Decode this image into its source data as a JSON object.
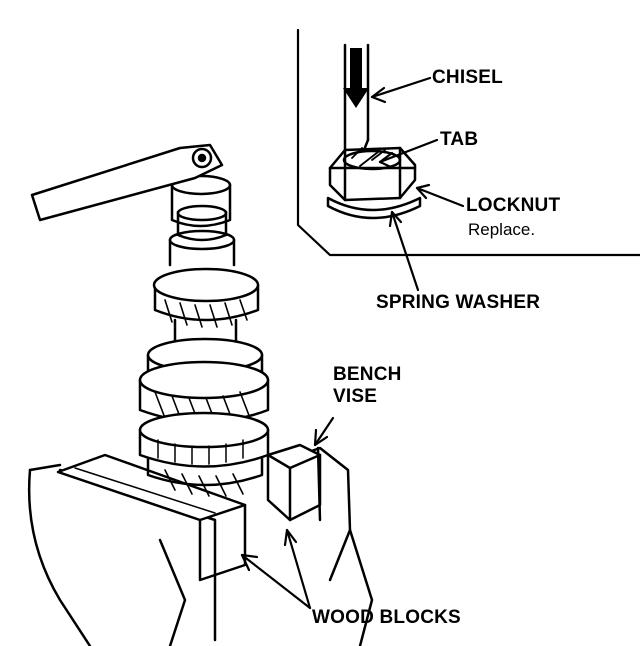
{
  "labels": {
    "chisel": "CHISEL",
    "tab": "TAB",
    "locknut": "LOCKNUT",
    "locknut_note": "Replace.",
    "spring_washer": "SPRING WASHER",
    "bench_vise_line1": "BENCH",
    "bench_vise_line2": "VISE",
    "wood_blocks": "WOOD BLOCKS"
  }
}
